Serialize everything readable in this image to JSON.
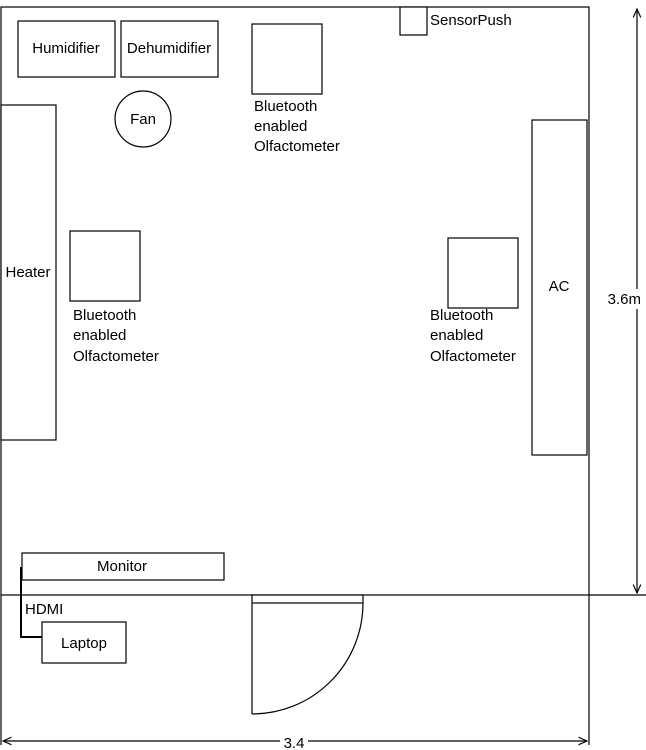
{
  "labels": {
    "humidifier": "Humidifier",
    "dehumidifier": "Dehumidifier",
    "fan": "Fan",
    "sensorpush": "SensorPush",
    "heater": "Heater",
    "ac": "AC",
    "monitor": "Monitor",
    "hdmi": "HDMI",
    "laptop": "Laptop",
    "olfactometer_lines": [
      "Bluetooth",
      "enabled",
      "Olfactometer"
    ],
    "height_dim": "3.6m",
    "width_dim": "3.4"
  }
}
